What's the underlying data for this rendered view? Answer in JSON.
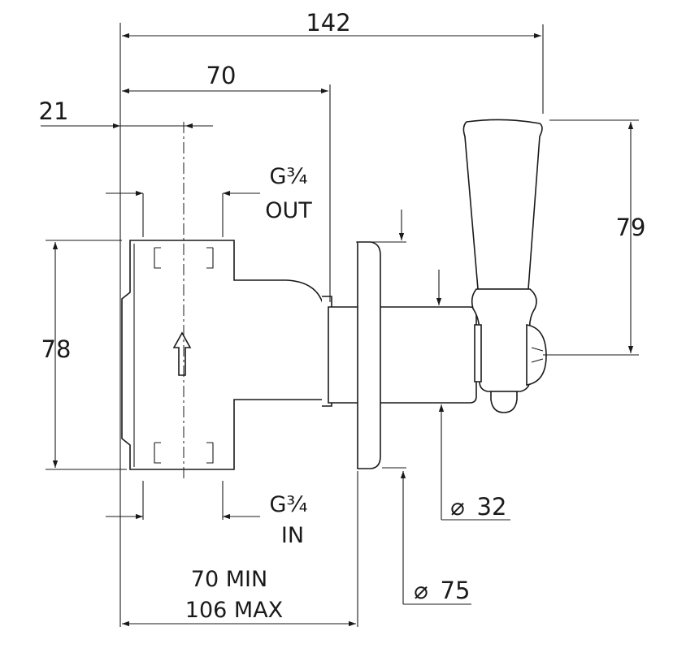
{
  "dimensions": {
    "overall_width": "142",
    "body_depth": "70",
    "port_offset": "21",
    "body_height": "78",
    "handle_height": "79",
    "install_min": "70 MIN",
    "install_max": "106 MAX",
    "spindle_diameter": "32",
    "flange_diameter": "75",
    "diameter_symbol": "⌀"
  },
  "ports": {
    "outlet_thread": "G¾",
    "outlet_label": "OUT",
    "inlet_thread": "G¾",
    "inlet_label": "IN"
  },
  "colors": {
    "line": "#1a1a1a",
    "background": "#ffffff"
  }
}
